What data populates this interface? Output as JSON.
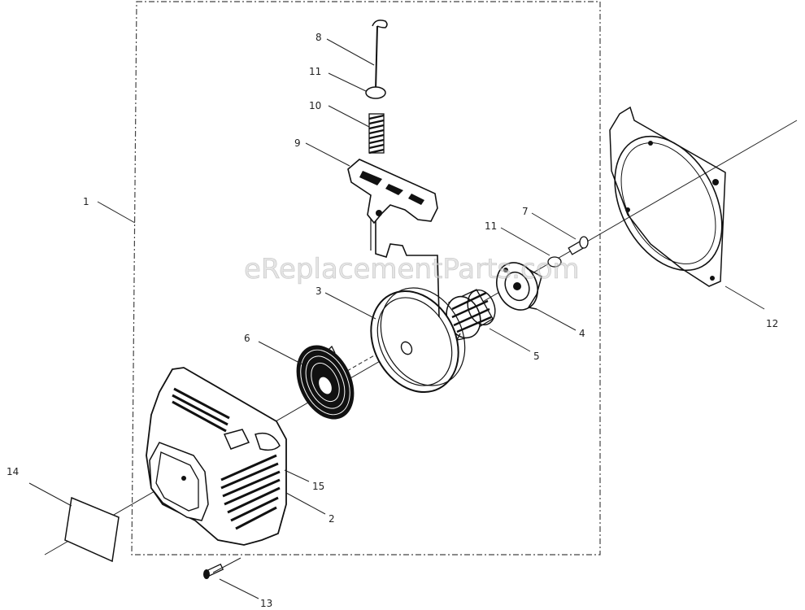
{
  "watermark": "eReplacementParts.com",
  "callouts": {
    "c1": "1",
    "c2": "2",
    "c3": "3",
    "c4": "4",
    "c5": "5",
    "c6": "6",
    "c7": "7",
    "c8": "8",
    "c9": "9",
    "c10": "10",
    "c11a": "11",
    "c11b": "11",
    "c12": "12",
    "c13": "13",
    "c14": "14",
    "c15": "15"
  }
}
